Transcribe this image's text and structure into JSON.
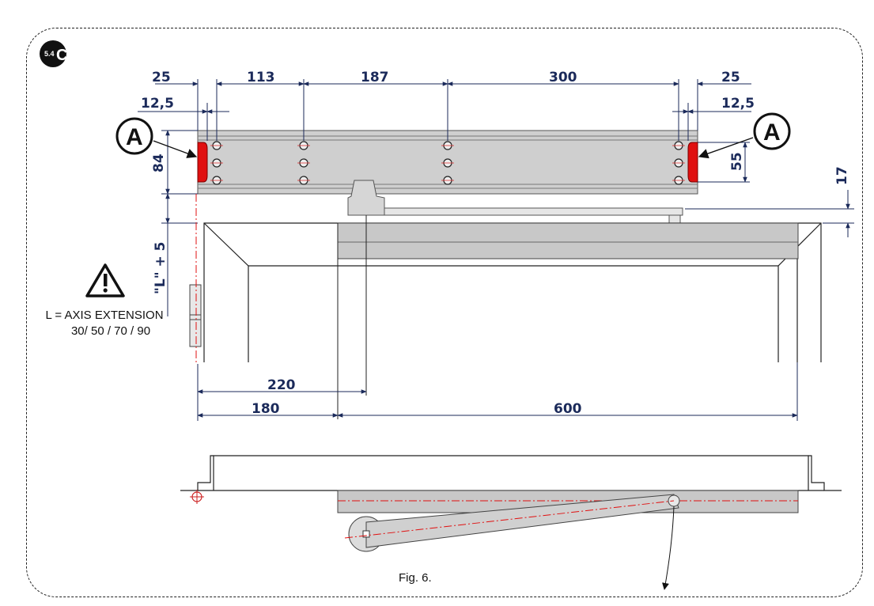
{
  "section_badge": "5.4",
  "section_letter": "C",
  "callouts": {
    "left": "A",
    "right": "A"
  },
  "dimensions": {
    "top_left_25": "25",
    "top_113": "113",
    "top_187": "187",
    "top_300": "300",
    "top_right_25": "25",
    "left_12_5": "12,5",
    "right_12_5": "12,5",
    "height_84": "84",
    "height_55": "55",
    "gap_17": "17",
    "axis_l_plus_5": "\"L\" + 5",
    "bottom_220": "220",
    "bottom_180": "180",
    "bottom_600": "600"
  },
  "note": {
    "line1": "L = AXIS EXTENSION",
    "line2": "30/ 50 / 70 / 90"
  },
  "caption": "Fig. 6.",
  "colors": {
    "dimension_text": "#1b2a5a",
    "accent_red": "#e01010",
    "body_grey": "#c8c8c8"
  }
}
